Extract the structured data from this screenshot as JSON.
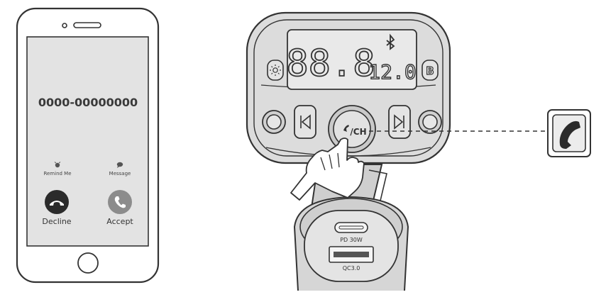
{
  "phone": {
    "number": "0000-00000000",
    "remind_label": "Remind Me",
    "message_label": "Message",
    "decline_label": "Decline",
    "accept_label": "Accept",
    "icons": [
      "alarm-icon",
      "message-bubble-icon",
      "hang-up-icon",
      "phone-icon",
      "home-button"
    ]
  },
  "transmitter": {
    "display_main": "88.8",
    "display_sub": "12.0",
    "center_button_label": "/CH",
    "b_button_label": "B",
    "usb_c_label": "PD 30W",
    "usb_a_label": "QC3.0",
    "icons": [
      "bluetooth-icon",
      "brightness-icon",
      "previous-track-icon",
      "next-track-icon",
      "phone-icon",
      "pointing-hand-icon"
    ]
  },
  "callout": {
    "icon": "phone-icon"
  },
  "colors": {
    "outline": "#333333",
    "device_fill": "#dcdcdc",
    "screen_fill": "#e4e4e4",
    "decline": "#2b2b2b",
    "accept": "#8c8c8c"
  }
}
